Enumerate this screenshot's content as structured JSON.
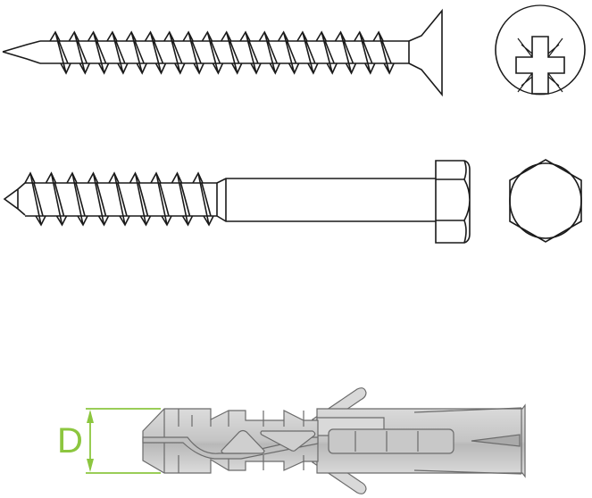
{
  "figure": {
    "items": [
      "countersunk-pozi-screw",
      "pozi-head-view",
      "hex-lag-screw",
      "hex-head-view",
      "wall-plug"
    ],
    "dimension_label": "D"
  },
  "colors": {
    "line": "#1a1a1a",
    "plug_fill": "#d9d9d9",
    "plug_stroke": "#6b6b6b",
    "dimension": "#8cc63f"
  }
}
